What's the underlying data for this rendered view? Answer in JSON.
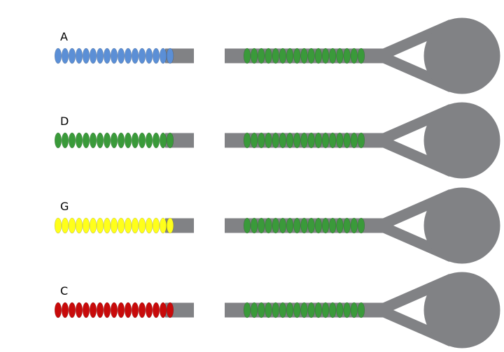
{
  "diagram": {
    "rows": [
      {
        "label": "A",
        "left_bead_color": "#5b8fd6",
        "right_bead_color": "#3a9a3a"
      },
      {
        "label": "D",
        "left_bead_color": "#3a9a3a",
        "right_bead_color": "#3a9a3a"
      },
      {
        "label": "G",
        "left_bead_color": "#ffff1a",
        "right_bead_color": "#3a9a3a"
      },
      {
        "label": "C",
        "left_bead_color": "#c80a0a",
        "right_bead_color": "#3a9a3a"
      }
    ],
    "colors": {
      "strand": "#818285",
      "background": "#ffffff"
    }
  }
}
